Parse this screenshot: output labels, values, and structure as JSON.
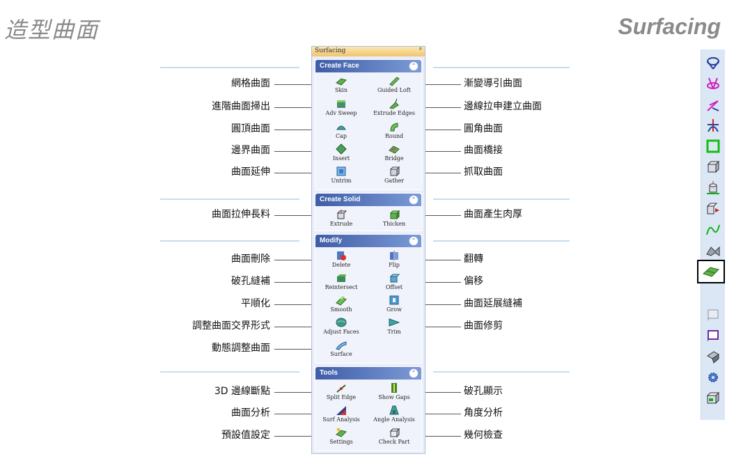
{
  "page": {
    "title_cn": "造型曲面",
    "title_en": "Surfacing"
  },
  "panel": {
    "title": "Surfacing",
    "pin": "ᵖ",
    "sections": [
      {
        "title": "Create Face",
        "tools": [
          {
            "label": "Skin",
            "icon": "skin-icon"
          },
          {
            "label": "Guided Loft",
            "icon": "guided-loft-icon"
          },
          {
            "label": "Adv Sweep",
            "icon": "adv-sweep-icon"
          },
          {
            "label": "Extrude Edges",
            "icon": "extrude-edges-icon"
          },
          {
            "label": "Cap",
            "icon": "cap-icon"
          },
          {
            "label": "Round",
            "icon": "round-icon"
          },
          {
            "label": "Insert",
            "icon": "insert-icon"
          },
          {
            "label": "Bridge",
            "icon": "bridge-icon"
          },
          {
            "label": "Untrim",
            "icon": "untrim-icon"
          },
          {
            "label": "Gather",
            "icon": "gather-icon"
          }
        ]
      },
      {
        "title": "Create Solid",
        "tools": [
          {
            "label": "Extrude",
            "icon": "extrude-icon"
          },
          {
            "label": "Thicken",
            "icon": "thicken-icon"
          }
        ]
      },
      {
        "title": "Modify",
        "tools": [
          {
            "label": "Delete",
            "icon": "delete-icon"
          },
          {
            "label": "Flip",
            "icon": "flip-icon"
          },
          {
            "label": "Reintersect",
            "icon": "reintersect-icon"
          },
          {
            "label": "Offset",
            "icon": "offset-icon"
          },
          {
            "label": "Smooth",
            "icon": "smooth-icon"
          },
          {
            "label": "Grow",
            "icon": "grow-icon"
          },
          {
            "label": "Adjust Faces",
            "icon": "adjust-faces-icon"
          },
          {
            "label": "Trim",
            "icon": "trim-icon"
          },
          {
            "label": "Surface",
            "icon": "surface-icon"
          }
        ]
      },
      {
        "title": "Tools",
        "tools": [
          {
            "label": "Split Edge",
            "icon": "split-edge-icon"
          },
          {
            "label": "Show Gaps",
            "icon": "show-gaps-icon"
          },
          {
            "label": "Surf Analysis",
            "icon": "surf-analysis-icon"
          },
          {
            "label": "Angle Analysis",
            "icon": "angle-analysis-icon"
          },
          {
            "label": "Settings",
            "icon": "settings-icon"
          },
          {
            "label": "Check Part",
            "icon": "check-part-icon"
          }
        ]
      }
    ]
  },
  "callouts": {
    "left": [
      "網格曲面",
      "進階曲面掃出",
      "圓頂曲面",
      "邊界曲面",
      "曲面延伸",
      "曲面拉伸長料",
      "曲面刪除",
      "破孔縫補",
      "平順化",
      "調整曲面交界形式",
      "動態調整曲面",
      "3D 邊線斷點",
      "曲面分析",
      "預設值設定"
    ],
    "right": [
      "漸變導引曲面",
      "邊線拉申建立曲面",
      "圓角曲面",
      "曲面橋接",
      "抓取曲面",
      "曲面產生肉厚",
      "翻轉",
      "偏移",
      "曲面延展縫補",
      "曲面修剪",
      "破孔顯示",
      "角度分析",
      "幾何檢查"
    ]
  },
  "right_toolbar": {
    "icons": [
      "cone-icon",
      "cone-section-icon",
      "line-split-icon",
      "cross-point-icon",
      "square-icon",
      "box-face-icon",
      "cylinder-base-icon",
      "box-arrow-icon",
      "spline-icon",
      "fold-surface-icon",
      "skin-icon",
      "blank-face-icon",
      "outline-face-icon",
      "trim-surface-icon",
      "gear-icon",
      "check-part-icon"
    ],
    "selected_index": 10
  },
  "colors": {
    "section_header": "#3f5da7",
    "panel_bg": "#e9eef9",
    "deco_line": "#c7dcef",
    "title_gray": "#8a8a8a"
  }
}
